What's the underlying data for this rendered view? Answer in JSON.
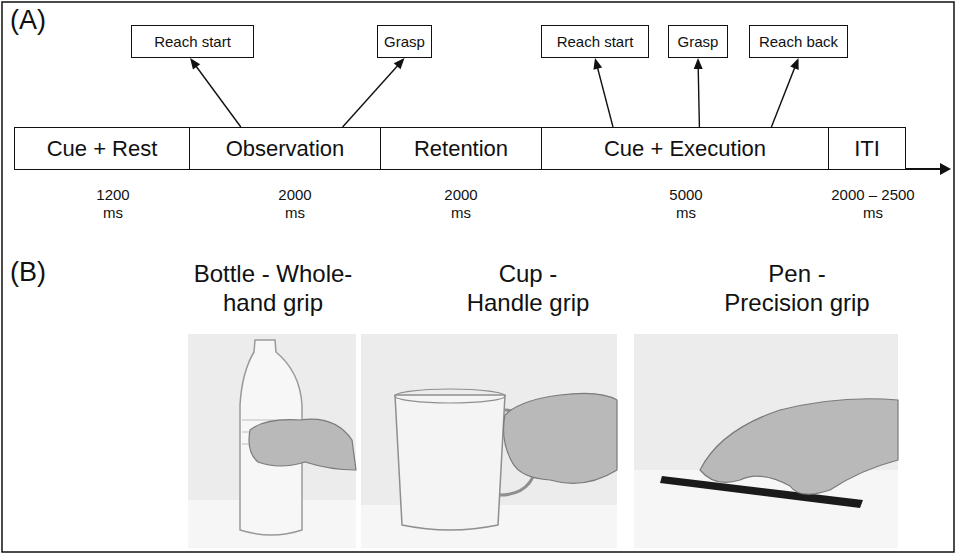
{
  "diagram": {
    "nodes": [
      {
        "text": [
          "Reach start"
        ]
      },
      {
        "text": [
          "Grasp"
        ]
      },
      {
        "text": [
          "Reach start"
        ]
      },
      {
        "text": [
          "Grasp"
        ]
      },
      {
        "text": [
          "Reach back"
        ]
      },
      {
        "text": [
          "Cue + Rest"
        ]
      },
      {
        "text": [
          "Observation"
        ]
      },
      {
        "text": [
          "Retention"
        ]
      },
      {
        "text": [
          "Cue + Execution"
        ]
      },
      {
        "text": [
          "ITI"
        ]
      }
    ],
    "edges": [
      {
        "from": 6,
        "to": 0,
        "arrow": "to"
      },
      {
        "from": 6,
        "to": 1,
        "arrow": "to"
      },
      {
        "from": 8,
        "to": 2,
        "arrow": "to"
      },
      {
        "from": 8,
        "to": 3,
        "arrow": "to"
      },
      {
        "from": 8,
        "to": 4,
        "arrow": "to"
      }
    ],
    "labels": [
      "(A)",
      "1200 ms",
      "2000 ms",
      "2000 ms",
      "5000 ms",
      "2000 – 2500 ms",
      "(B)",
      "Bottle - Whole-hand grip",
      "Cup - Handle grip",
      "Pen - Precision grip"
    ]
  }
}
